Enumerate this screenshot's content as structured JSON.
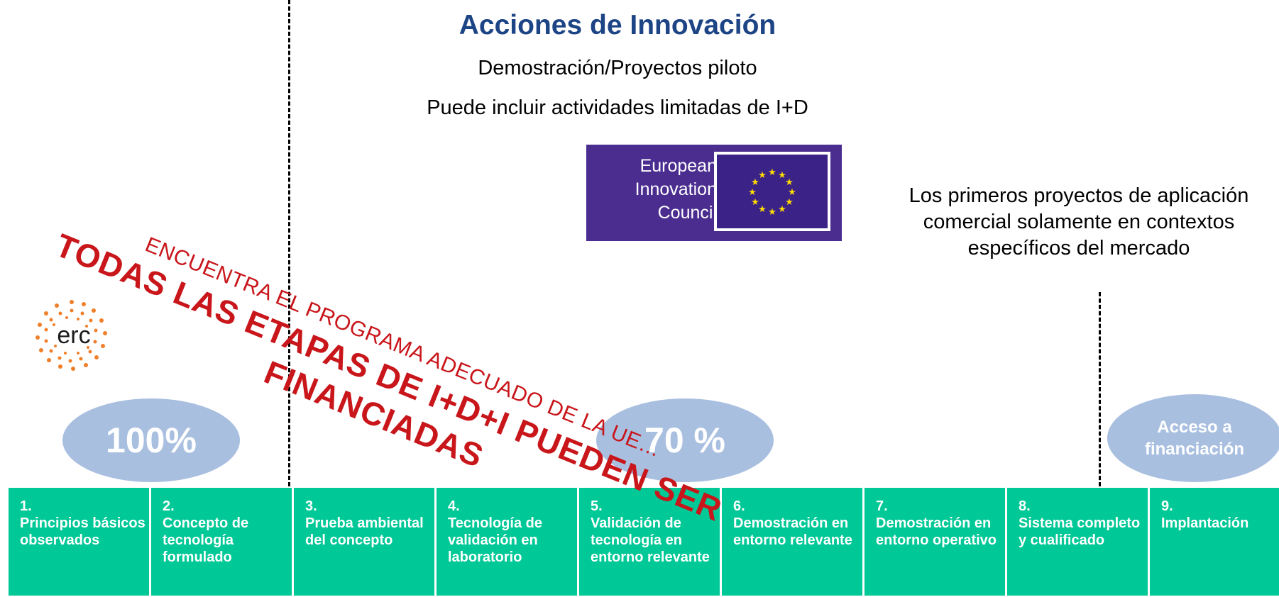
{
  "header": {
    "title": "Acciones de Innovación",
    "line1": "Demostración/Proyectos piloto",
    "line2": "Puede incluir actividades limitadas de I+D"
  },
  "eic_logo": {
    "line1": "European",
    "line2": "Innovation",
    "line3": "Council",
    "icon": "eu-flag-icon"
  },
  "right_note": {
    "line1": "Los primeros proyectos de aplicación",
    "line2": "comercial solamente en contextos",
    "line3": "específicos del mercado"
  },
  "erc_logo": {
    "text": "erc"
  },
  "funding": {
    "left": "100%",
    "middle": "70 %",
    "right_line1": "Acceso a",
    "right_line2": "financiación"
  },
  "overlay": {
    "small": "ENCUENTRA EL PROGRAMA ADECUADO DE LA UE…",
    "big_line1": "TODAS LAS ETAPAS DE I+D+I PUEDEN SER",
    "big_line2": "FINANCIADAS"
  },
  "trl_levels": [
    {
      "num": "1.",
      "label": "Principios básicos observados"
    },
    {
      "num": "2.",
      "label": "Concepto de tecnología formulado"
    },
    {
      "num": "3.",
      "label": "Prueba ambiental del concepto"
    },
    {
      "num": "4.",
      "label": "Tecnología de validación en laboratorio"
    },
    {
      "num": "5.",
      "label": "Validación de tecnología en entorno relevante"
    },
    {
      "num": "6.",
      "label": "Demostración en entorno relevante"
    },
    {
      "num": "7.",
      "label": "Demostración en entorno operativo"
    },
    {
      "num": "8.",
      "label": "Sistema completo y cualificado"
    },
    {
      "num": "9.",
      "label": "Implantación"
    }
  ],
  "colors": {
    "title": "#1d4485",
    "trl_cell": "#00c896",
    "ellipse": "#a9bfe0",
    "overlay": "#c8161b",
    "eic_bg": "#4b2d90"
  }
}
